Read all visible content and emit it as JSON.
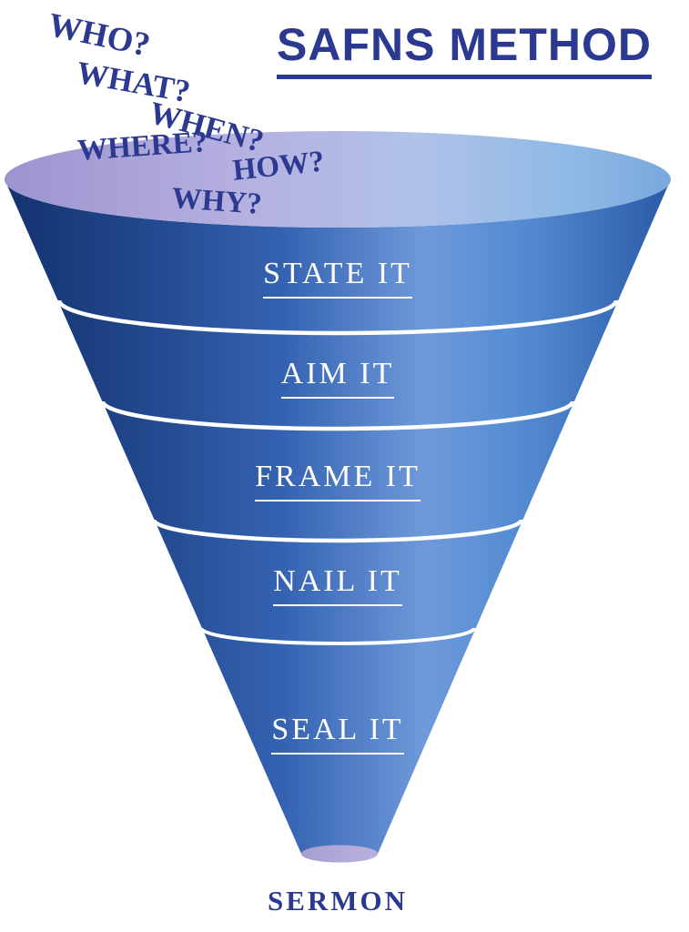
{
  "title": "SAFNS METHOD",
  "questions": [
    "WHO?",
    "WHAT?",
    "WHEN?",
    "WHERE?",
    "HOW?",
    "WHY?"
  ],
  "funnel": {
    "stages": [
      "STATE IT",
      "AIM IT",
      "FRAME IT",
      "NAIL IT",
      "SEAL IT"
    ]
  },
  "output_label": "SERMON",
  "colors": {
    "title_text": "#2b3990",
    "question_text": "#2b3990",
    "stage_text": "#ffffff",
    "separator_line": "#ffffff",
    "cone_dark": "#14336e",
    "cone_mid": "#3563b2",
    "cone_highlight": "#6e9ada",
    "cone_right": "#2b5aa7",
    "rim_lavender": "#b5b0e0",
    "rim_blue": "#8fb9e6",
    "spout_lavender": "#a79ed1",
    "output_text": "#2b3990"
  }
}
